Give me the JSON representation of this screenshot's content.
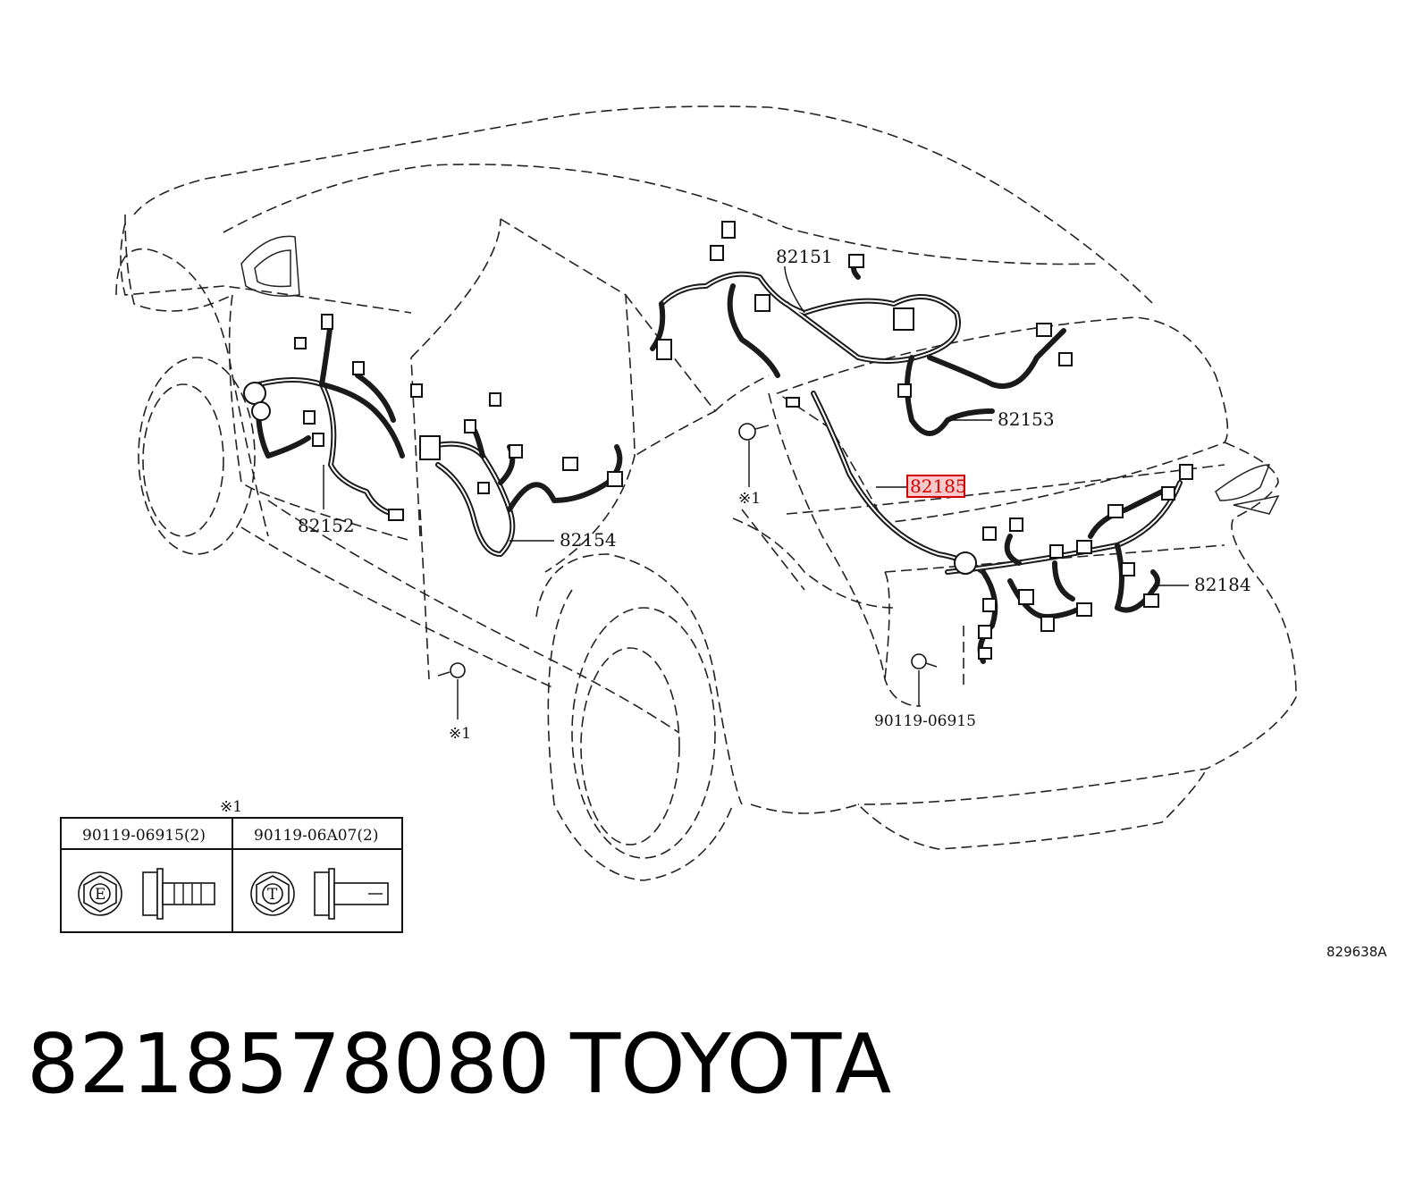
{
  "callouts": [
    {
      "id": "82151",
      "label": "82151"
    },
    {
      "id": "82152",
      "label": "82152"
    },
    {
      "id": "82153",
      "label": "82153"
    },
    {
      "id": "82154",
      "label": "82154"
    },
    {
      "id": "82184",
      "label": "82184"
    },
    {
      "id": "82185",
      "label": "82185",
      "highlighted": true
    },
    {
      "id": "90119-06915",
      "label": "90119-06915"
    }
  ],
  "note_mark": "※1",
  "fastener_table": {
    "title": "※1",
    "columns": [
      {
        "label": "90119-06915(2)",
        "head_mark": "E"
      },
      {
        "label": "90119-06A07(2)",
        "head_mark": "T"
      }
    ]
  },
  "reference_code": "829638A",
  "part_number": "8218578080",
  "brand": "TOYOTA",
  "colors": {
    "highlight_fill": "#f7c9c9",
    "highlight_stroke": "#d40000",
    "line": "#222222"
  }
}
